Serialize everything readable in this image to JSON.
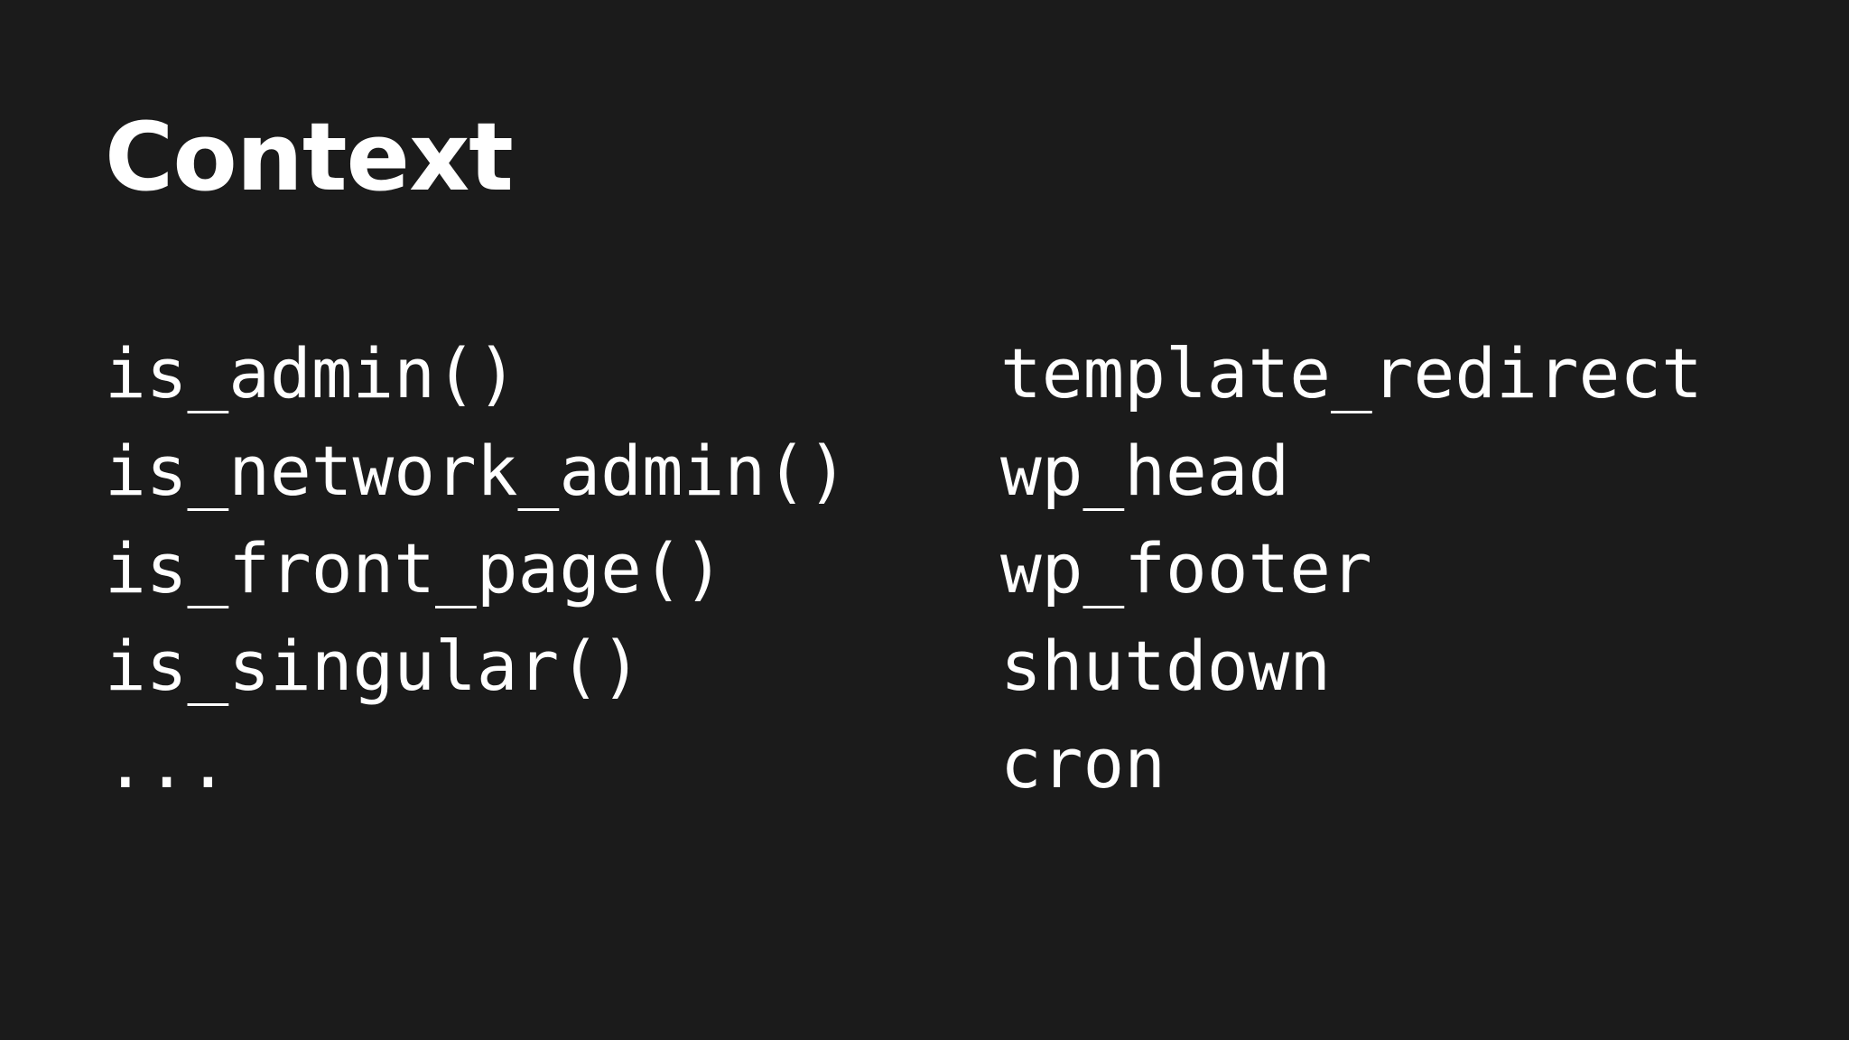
{
  "slide": {
    "title": "Context",
    "left_column": [
      "is_admin()",
      "is_network_admin()",
      "is_front_page()",
      "is_singular()",
      "..."
    ],
    "right_column": [
      "template_redirect",
      "wp_head",
      "wp_footer",
      "shutdown",
      "cron"
    ],
    "colors": {
      "background": "#1b1b1b",
      "text": "#ffffff"
    }
  }
}
